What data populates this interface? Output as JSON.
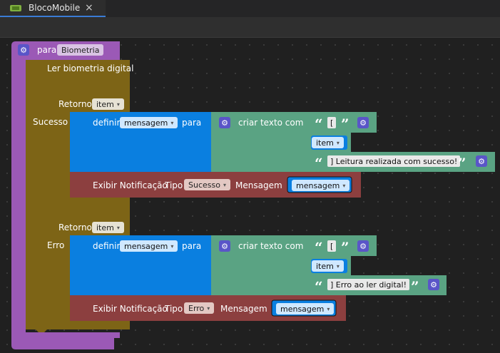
{
  "tab": {
    "title": "BlocoMobile",
    "close_icon": "×"
  },
  "procedure": {
    "keyword": "para",
    "name": "Biometria"
  },
  "read_block": {
    "title": "Ler biometria digital",
    "retorno_label": "Retorno",
    "item_label": "item",
    "success_label": "Sucesso",
    "error_label": "Erro"
  },
  "success": {
    "define_label": "definir",
    "var_name": "mensagem",
    "para_label": "para",
    "create_text_label": "criar texto com",
    "text1": "[",
    "item_label": "item",
    "text2": "] Leitura realizada com sucesso!",
    "notify": {
      "label": "Exibir Notificação",
      "type_label": "Tipo",
      "type_value": "Sucesso",
      "message_label": "Mensagem",
      "message_var": "mensagem"
    }
  },
  "error": {
    "define_label": "definir",
    "var_name": "mensagem",
    "para_label": "para",
    "create_text_label": "criar texto com",
    "text1": "[",
    "item_label": "item",
    "text2": "] Erro ao ler digital!",
    "notify": {
      "label": "Exibir Notificação",
      "type_label": "Tipo",
      "type_value": "Erro",
      "message_label": "Mensagem",
      "message_var": "mensagem"
    }
  },
  "glyphs": {
    "gear": "⚙",
    "dropdown": "▾",
    "quote_open": "“",
    "quote_close": "”"
  },
  "colors": {
    "procedure": "#9b59b6",
    "biometric": "#7d6416",
    "variable": "#0a7fe0",
    "text": "#5aa383",
    "notification": "#8c3f3f",
    "gear": "#5a55c8"
  }
}
